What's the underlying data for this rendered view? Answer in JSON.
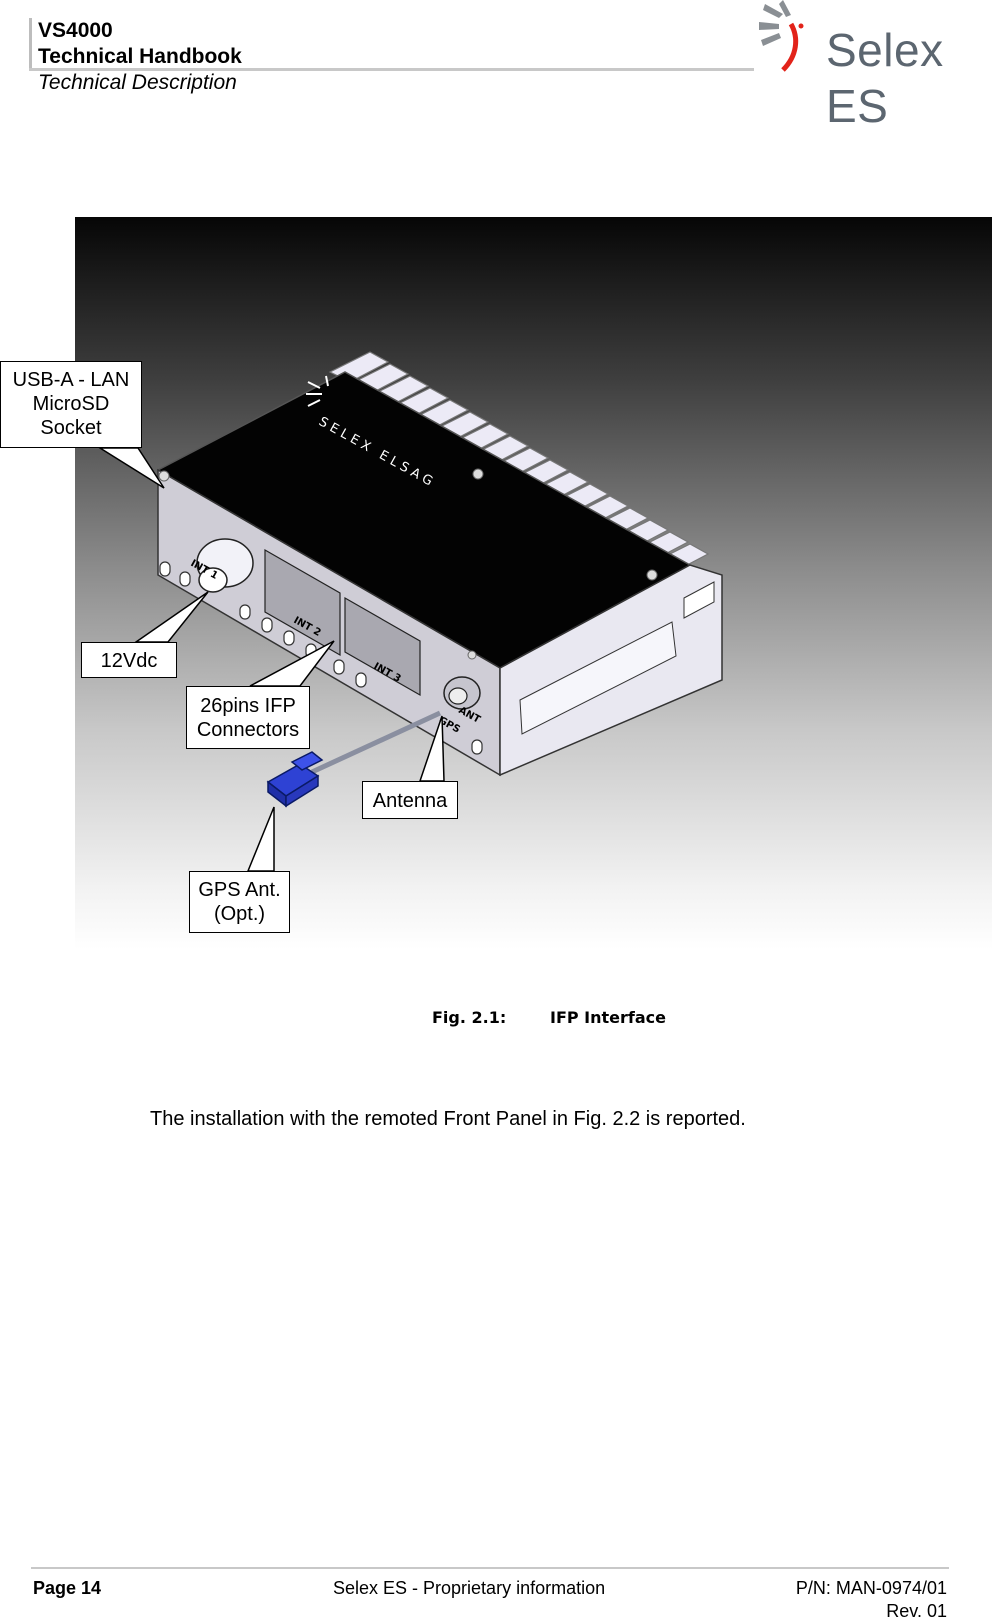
{
  "header": {
    "model": "VS4000",
    "doc_title": "Technical Handbook",
    "section": "Technical Description",
    "logo_text": "Selex ES",
    "logo_color": "#e2231a"
  },
  "figure": {
    "device_brand": "SELEX ELSAG",
    "port_labels": [
      "INT 1",
      "INT 2",
      "INT 3",
      "ANT",
      "GPS"
    ],
    "callouts": {
      "usb_line1": "USB-A - LAN",
      "usb_line2": "MicroSD",
      "usb_line3": "Socket",
      "power": "12Vdc",
      "ifp_line1": "26pins IFP",
      "ifp_line2": "Connectors",
      "antenna": "Antenna",
      "gps_line1": "GPS Ant.",
      "gps_line2": "(Opt.)"
    },
    "caption_number": "Fig. 2.1:",
    "caption_text": "IFP Interface"
  },
  "body": {
    "paragraph": "The installation with the remoted Front Panel in Fig. 2.2 is reported."
  },
  "footer": {
    "page": "Page 14",
    "info": "Selex ES - Proprietary information",
    "pn": "P/N: MAN-0974/01",
    "rev": "Rev. 01"
  }
}
